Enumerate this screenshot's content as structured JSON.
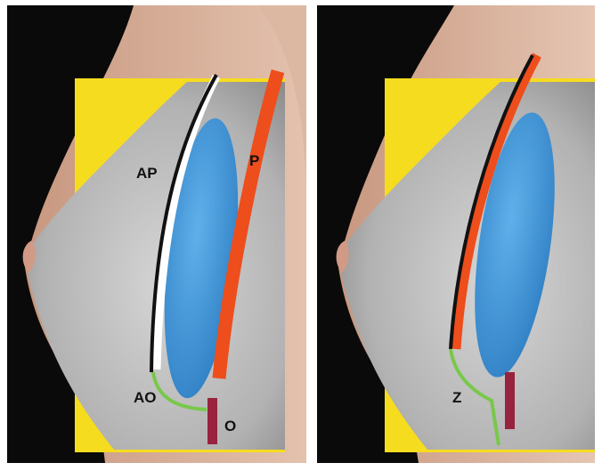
{
  "panels": [
    {
      "name": "left",
      "labels": {
        "ap": "AP",
        "p": "P",
        "ao": "AO",
        "o": "O"
      }
    },
    {
      "name": "right",
      "labels": {
        "z": "Z"
      }
    }
  ],
  "colors": {
    "background": "#0a0a0a",
    "yellow_panel": "#f6dc1e",
    "implant": "#3f93d6",
    "posterior_line": "#ee4d1c",
    "anterior_line": "#111111",
    "inframammary_line": "#78c84a",
    "fold_marker": "#98233e",
    "skin": "#d9b19c",
    "gland": "#b9b9b9"
  }
}
